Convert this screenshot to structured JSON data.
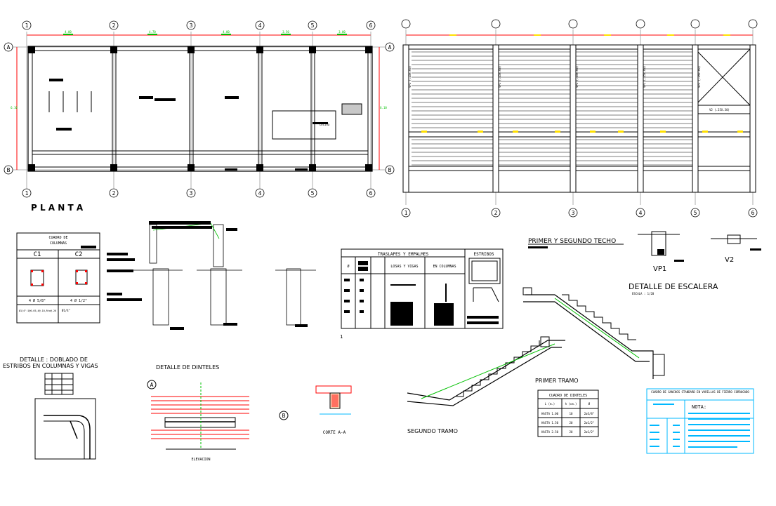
{
  "plan": {
    "title": "P L A N T A",
    "axes_numbers": [
      "1",
      "2",
      "3",
      "4",
      "5",
      "6"
    ],
    "axes_letters": [
      "A",
      "B"
    ],
    "dims_top": [
      "4.00",
      "4.70",
      "4.00",
      "3.50",
      "3.00"
    ],
    "dim_side_left": "6.10",
    "dim_side_right": "6.10",
    "room_label": "cocina"
  },
  "roof": {
    "beam_label": "VP1 (.25x.60)",
    "v2_label": "V2 (.25X.30)"
  },
  "columns_table": {
    "title_1": "CUADRO DE",
    "title_2": "COLUMNAS",
    "col1": "C1",
    "col2": "C2",
    "rebar1": "4 Ø 5/8\"",
    "rebar2": "4 Ø 1/2\"",
    "stirrups1": "Ø1/4\":1@0.05,4@.10,Rto@.20",
    "stirrups2": "Ø1/4\""
  },
  "splices_table": {
    "title": "TRASLAPES Y EMPALMES",
    "stirrups_title": "ESTRIBOS",
    "h_diam": "Ø",
    "h_slabs": "LOSAS Y VIGAS",
    "h_cols": "EN COLUMNAS",
    "page_num": "1"
  },
  "stair": {
    "roof_title": "PRIMER Y SEGUNDO TECHO",
    "title": "DETALLE  DE ESCALERA",
    "scale": "ESCALA : 1/20",
    "vp1": "VP1",
    "v2": "V2",
    "first": "PRIMER TRAMO",
    "second": "SEGUNDO TRAMO"
  },
  "bending": {
    "title_1": "DETALLE : DOBLADO DE",
    "title_2": "ESTRIBOS EN COLUMNAS Y VIGAS"
  },
  "lintels": {
    "title": "DETALLE   DE   DINTELES",
    "marker_a": "A",
    "marker_b": "B",
    "elevation": "ELEVACION",
    "section": "CORTE A-A"
  },
  "lintel_table": {
    "title": "CUADRO DE DINTELES",
    "headers": [
      "L (m.)",
      "h (cm.)",
      "Ø"
    ],
    "rows": [
      [
        "HASTA 1.00",
        "10",
        "2ø3/8\""
      ],
      [
        "HASTA 1.50",
        "20",
        "2ø1/2\""
      ],
      [
        "HASTA 2.50",
        "20",
        "2ø1/2\""
      ]
    ]
  },
  "hooks_table": {
    "title": "CUADRO DE GANCHOS STANDARD EN VARILLAS DE FIERRO CORRUGADO",
    "note": "NOTA:"
  },
  "colors": {
    "red": "#ff0000",
    "green": "#00c000",
    "cyan": "#00b8ff",
    "yellow": "#ffe000",
    "gray": "#9a9a9a"
  }
}
